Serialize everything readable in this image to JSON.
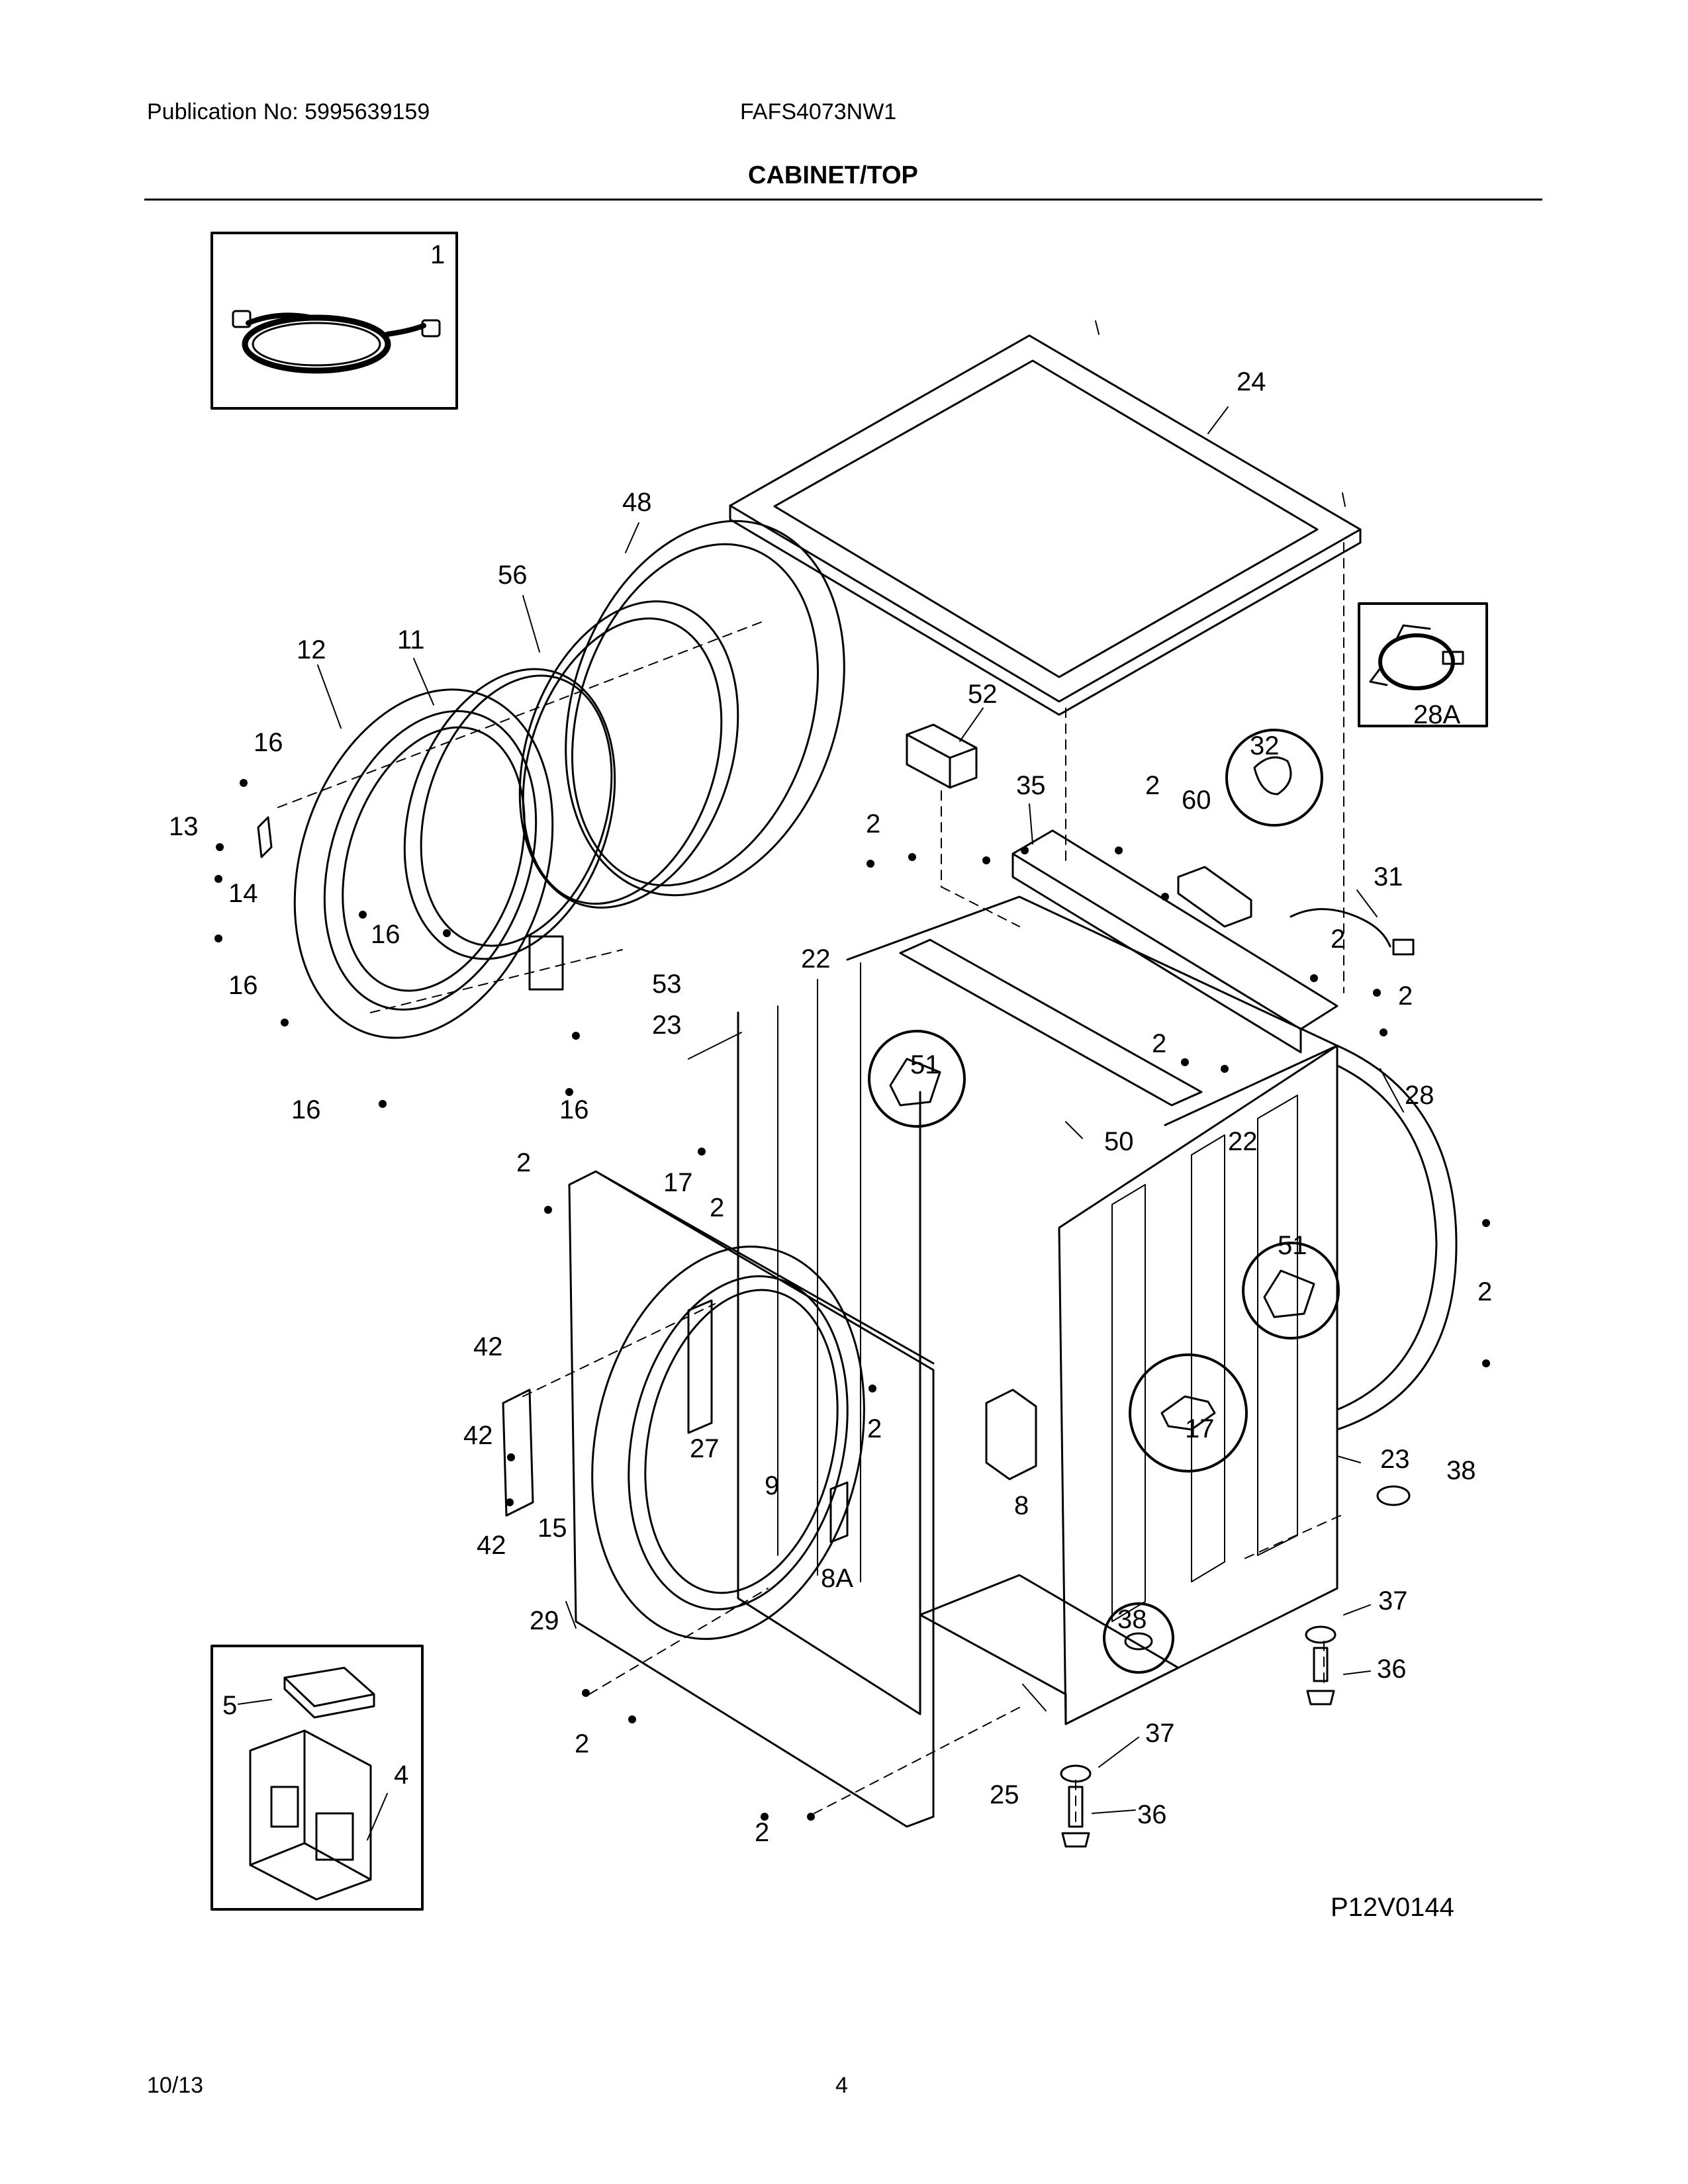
{
  "header": {
    "publication": "Publication No: 5995639159",
    "model": "FAFS4073NW1",
    "section_title": "CABINET/TOP"
  },
  "diagram": {
    "drawing_code": "P12V0144",
    "callouts": {
      "c1": "1",
      "c2": "2",
      "c4": "4",
      "c5": "5",
      "c8": "8",
      "c8a": "8A",
      "c9": "9",
      "c11": "11",
      "c12": "12",
      "c13": "13",
      "c14": "14",
      "c15": "15",
      "c16": "16",
      "c17": "17",
      "c22": "22",
      "c23": "23",
      "c24": "24",
      "c25": "25",
      "c27": "27",
      "c28": "28",
      "c28a": "28A",
      "c29": "29",
      "c31": "31",
      "c32": "32",
      "c35": "35",
      "c36": "36",
      "c37": "37",
      "c38": "38",
      "c42": "42",
      "c48": "48",
      "c50": "50",
      "c51": "51",
      "c52": "52",
      "c53": "53",
      "c56": "56",
      "c60": "60"
    }
  },
  "footer": {
    "date": "10/13",
    "page_number": "4"
  }
}
